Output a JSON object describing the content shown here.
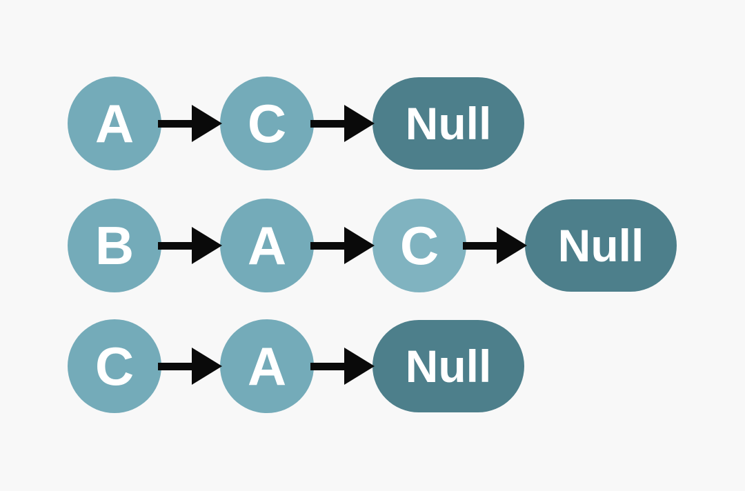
{
  "diagram": {
    "description": "Three singly linked lists, each chain of nodes ending in a Null terminator",
    "background_color": "#f8f8f8",
    "palette": {
      "circle_fill": "#74abb9",
      "circle_fill_light": "#80b3c0",
      "null_fill": "#4d7f8b",
      "arrow_color": "#0a0a0a",
      "label_color": "#ffffff"
    },
    "rows": [
      {
        "name": "list-1",
        "nodes": [
          {
            "label": "A",
            "shape": "circle"
          },
          {
            "label": "C",
            "shape": "circle"
          },
          {
            "label": "Null",
            "shape": "pill"
          }
        ]
      },
      {
        "name": "list-2",
        "nodes": [
          {
            "label": "B",
            "shape": "circle"
          },
          {
            "label": "A",
            "shape": "circle"
          },
          {
            "label": "C",
            "shape": "circle",
            "variant": "light"
          },
          {
            "label": "Null",
            "shape": "pill"
          }
        ]
      },
      {
        "name": "list-3",
        "nodes": [
          {
            "label": "C",
            "shape": "circle"
          },
          {
            "label": "A",
            "shape": "circle"
          },
          {
            "label": "Null",
            "shape": "pill"
          }
        ]
      }
    ]
  }
}
